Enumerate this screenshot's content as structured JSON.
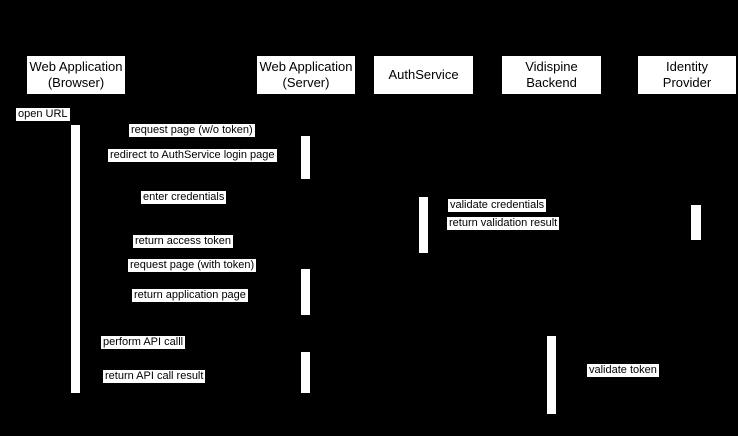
{
  "diagram_type": "sequence-diagram",
  "colors": {
    "background": "#000000",
    "box_fill": "#ffffff",
    "text": "#000000"
  },
  "participants": [
    {
      "label": "Web Application\n(Browser)"
    },
    {
      "label": "Web Application\n(Server)"
    },
    {
      "label": "AuthService"
    },
    {
      "label": "Vidispine\nBackend"
    },
    {
      "label": "Identity\nProvider"
    }
  ],
  "messages": [
    {
      "label": "open URL"
    },
    {
      "label": "request page (w/o token)"
    },
    {
      "label": "redirect to AuthService login page"
    },
    {
      "label": "enter credentials"
    },
    {
      "label": "validate credentials"
    },
    {
      "label": "return validation result"
    },
    {
      "label": "return access token"
    },
    {
      "label": "request page (with token)"
    },
    {
      "label": "return application page"
    },
    {
      "label": "perform API calll"
    },
    {
      "label": "return API call result"
    },
    {
      "label": "validate token"
    }
  ]
}
